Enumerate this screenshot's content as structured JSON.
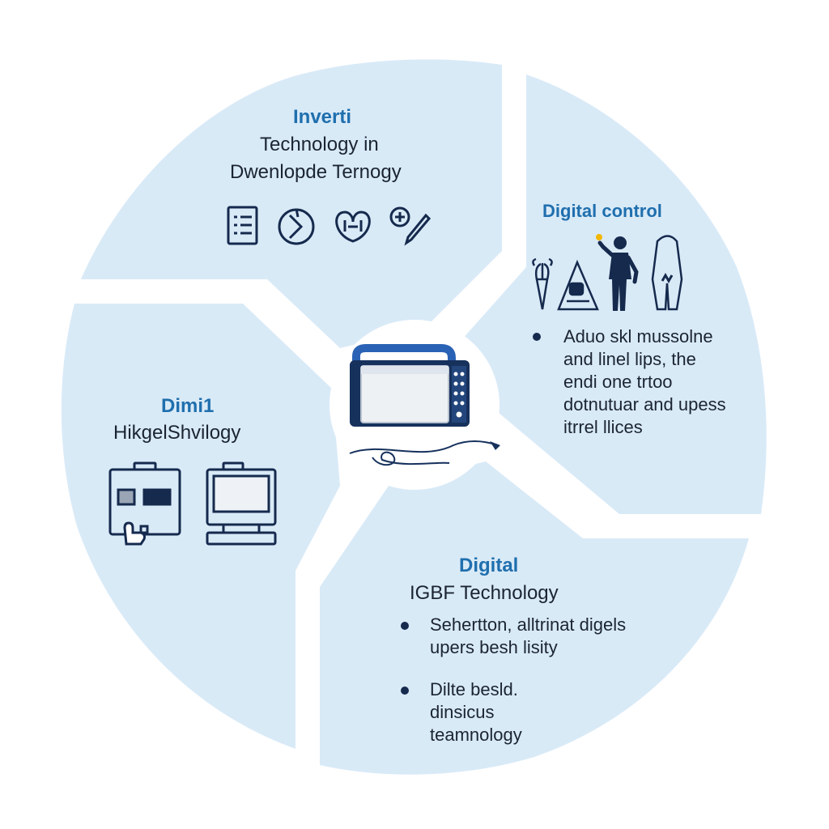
{
  "colors": {
    "segment_fill": "#d9eaf7",
    "accent_blue": "#1f6fae",
    "text_dark": "#1b2433",
    "icon_navy": "#152a4d"
  },
  "top": {
    "title": "Inverti",
    "line1": "Technology in",
    "line2": "Dwenlopde Ternogy",
    "icons": [
      "document-list-icon",
      "circle-arrow-icon",
      "heart-shape-icon",
      "pen-tool-icon"
    ]
  },
  "right": {
    "title": "Digital control",
    "icons": [
      "sprout-plant-icon",
      "triangle-tent-icon",
      "businessman-figure-icon",
      "robot-figure-icon"
    ],
    "lines": [
      "Aduo skl mussolne",
      "and linel lips, the",
      "endi one trtoo",
      "dotnutuar and upess",
      "itrrel llices"
    ]
  },
  "left": {
    "title": "Dimi1",
    "subtitle": "HikgelShvilogy",
    "icons": [
      "touch-panel-icon",
      "computer-monitor-icon"
    ]
  },
  "bottom": {
    "title": "Digital",
    "subtitle": "IGBF Technology",
    "bullets": [
      {
        "lines": [
          "Sehertton, alltrinat digels",
          "upers besh lisity"
        ]
      },
      {
        "lines": [
          "Dilte besld.",
          "dinsicus",
          "teamnology"
        ]
      }
    ]
  },
  "center": {
    "icon": "welding-machine-icon"
  }
}
